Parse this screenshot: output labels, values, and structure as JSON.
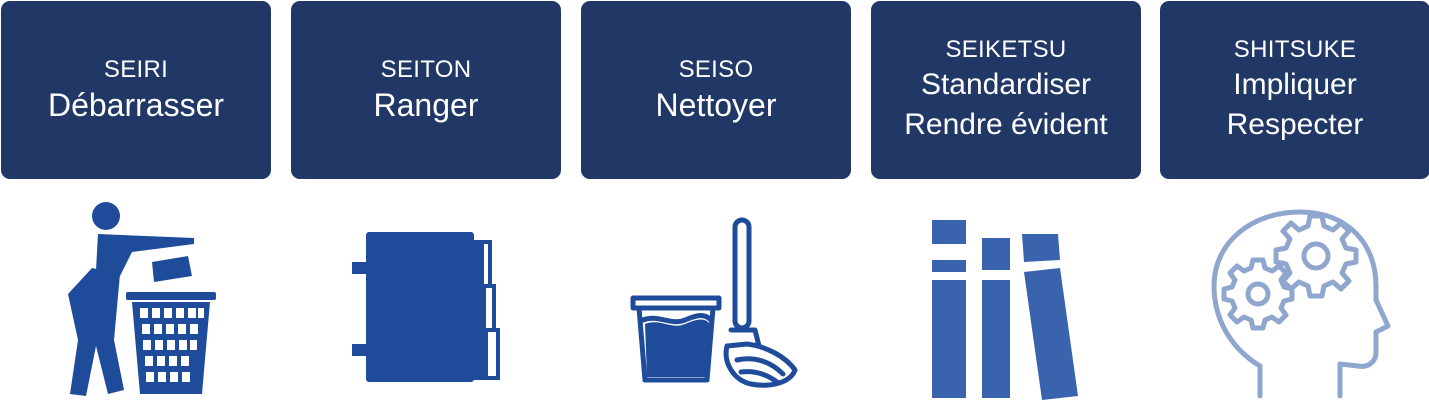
{
  "pillars": [
    {
      "japanese": "SEIRI",
      "french": [
        "Débarrasser"
      ],
      "icon": "trash-bin-icon"
    },
    {
      "japanese": "SEITON",
      "french": [
        "Ranger"
      ],
      "icon": "binder-icon"
    },
    {
      "japanese": "SEISO",
      "french": [
        "Nettoyer"
      ],
      "icon": "bucket-mop-icon"
    },
    {
      "japanese": "SEIKETSU",
      "french": [
        "Standardiser",
        "Rendre évident"
      ],
      "icon": "books-icon"
    },
    {
      "japanese": "SHITSUKE",
      "french": [
        "Impliquer",
        "Respecter"
      ],
      "icon": "head-gears-icon"
    }
  ],
  "colors": {
    "card_background": "#213866",
    "card_text": "#ffffff",
    "icon_dark": "#1f4b9b",
    "icon_medium": "#3a63ad",
    "icon_light": "#8fa6cf"
  }
}
